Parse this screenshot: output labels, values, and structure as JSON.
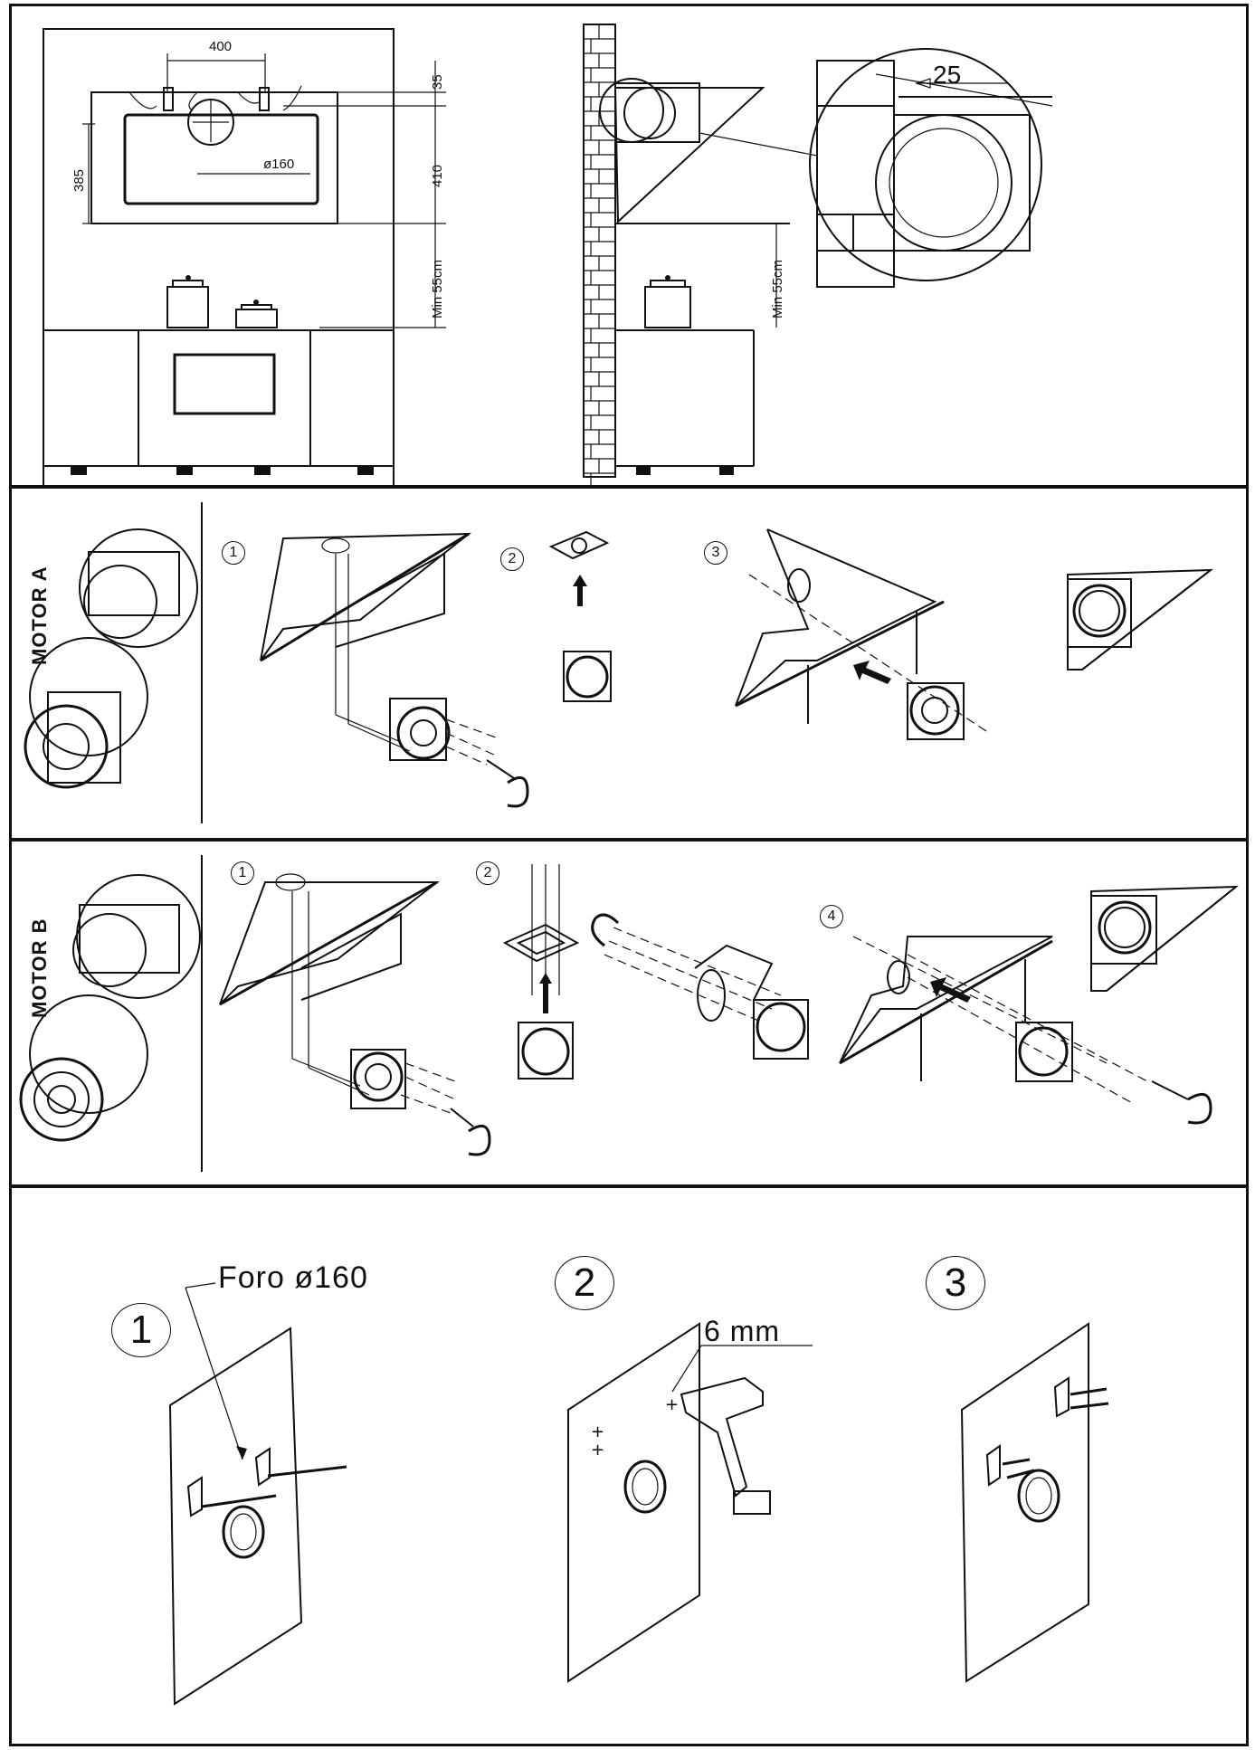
{
  "dimensions": {
    "width_400": "400",
    "height_35": "35",
    "height_410": "410",
    "height_385": "385",
    "diameter": "ø160",
    "min_55_left": "Min 55cm",
    "min_55_right": "Min 55cm",
    "gap_25": "25"
  },
  "motor_a": {
    "label": "MOTOR A",
    "steps": [
      "1",
      "2",
      "3"
    ]
  },
  "motor_b": {
    "label": "MOTOR B",
    "steps": [
      "1",
      "2",
      "4"
    ]
  },
  "wall_mount": {
    "steps": [
      "1",
      "2",
      "3"
    ],
    "hole_label": "Foro ø160",
    "drill_label": "6 mm"
  }
}
